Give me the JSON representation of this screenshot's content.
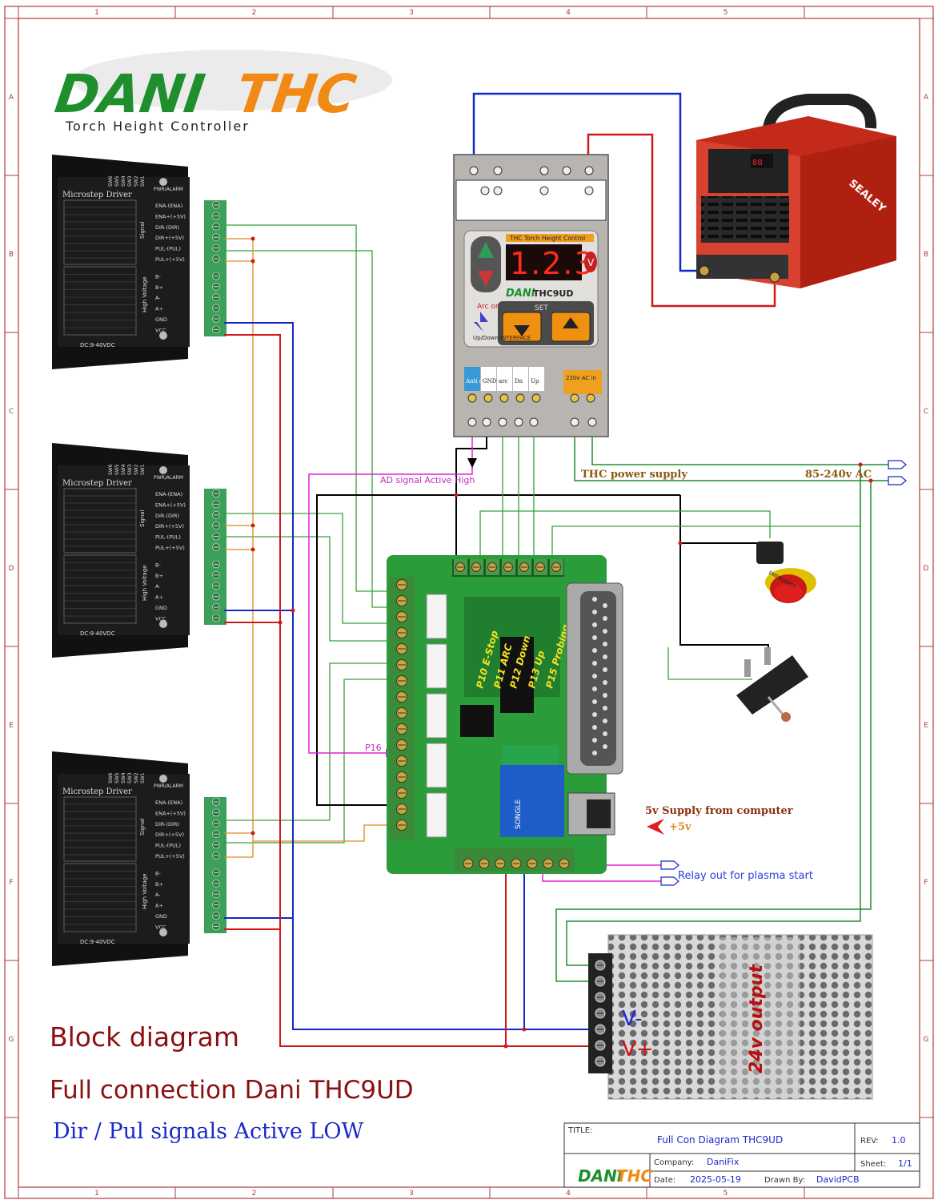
{
  "frame": {
    "col_labels": [
      "1",
      "2",
      "3",
      "4",
      "5"
    ],
    "row_labels": [
      "A",
      "B",
      "C",
      "D",
      "E",
      "F",
      "G"
    ]
  },
  "logo": {
    "brand_left": "DANI",
    "brand_right": "THC",
    "tagline": "Torch Height Controller"
  },
  "drivers": {
    "title": "Microstep Driver",
    "switch_labels": [
      "SW6",
      "SW5",
      "SW4",
      "SW3",
      "SW2",
      "SW1"
    ],
    "pwr_label": "PWR/ALARM",
    "signal_label": "Signal",
    "hv_label": "High Voltage",
    "terminals": [
      "ENA-(ENA)",
      "ENA+(+5V)",
      "DIR-(DIR)",
      "DIR+(+5V)",
      "PUL-(PUL)",
      "PUL+(+5V)",
      "B-",
      "B+",
      "A-",
      "A+",
      "GND",
      "VCC"
    ],
    "dc_label": "DC:9-40VDC"
  },
  "thc": {
    "display": "1.2.3",
    "unit": "V",
    "header": "THC Torch Height Control",
    "model": "THC9UD",
    "brand": "DANI",
    "arc_on": "Arc on",
    "set_label": "SET",
    "updown_interface": "Up/Down INTERFACE",
    "terminals": [
      "Anti dive",
      "GND",
      "arc",
      "Dn",
      "Up"
    ],
    "power_label": "220v AC in"
  },
  "plasma": {
    "brand": "SEALEY"
  },
  "labels": {
    "ad_signal": "AD signal Active High",
    "thc_power": "THC power supply",
    "ac_input": "85-240v AC",
    "p16": "P16",
    "supply_from_pc": "5v Supply from computer",
    "plus5v": "+5v",
    "relay_out": "Relay out for plasma start",
    "output_24v": "24v output",
    "v_minus": "V-",
    "v_plus": "V+"
  },
  "bob": {
    "pin_labels": [
      "P10 E-Stop",
      "P11 ARC",
      "P12 Down",
      "P13 Up",
      "P15 Probing"
    ]
  },
  "emergency": {
    "label": "EMERGENCY"
  },
  "notes": {
    "block": "Block diagram",
    "full": "Full connection Dani THC9UD",
    "dirpul": "Dir / Pul signals Active LOW"
  },
  "title_block": {
    "title_label": "TITLE:",
    "title": "Full Con Diagram THC9UD",
    "rev_label": "REV:",
    "rev": "1.0",
    "company_label": "Company:",
    "company": "DaniFix",
    "sheet_label": "Sheet:",
    "sheet": "1/1",
    "date_label": "Date:",
    "date": "2025-05-19",
    "drawn_label": "Drawn By:",
    "drawn": "DavidPCB"
  },
  "colors": {
    "frame": "#b03838",
    "green": "#2e8b2e",
    "orange": "#e08a1e",
    "blue": "#1428c8",
    "red": "#d01818",
    "black": "#000000",
    "magenta": "#e020d8",
    "title": "#8b1010"
  }
}
